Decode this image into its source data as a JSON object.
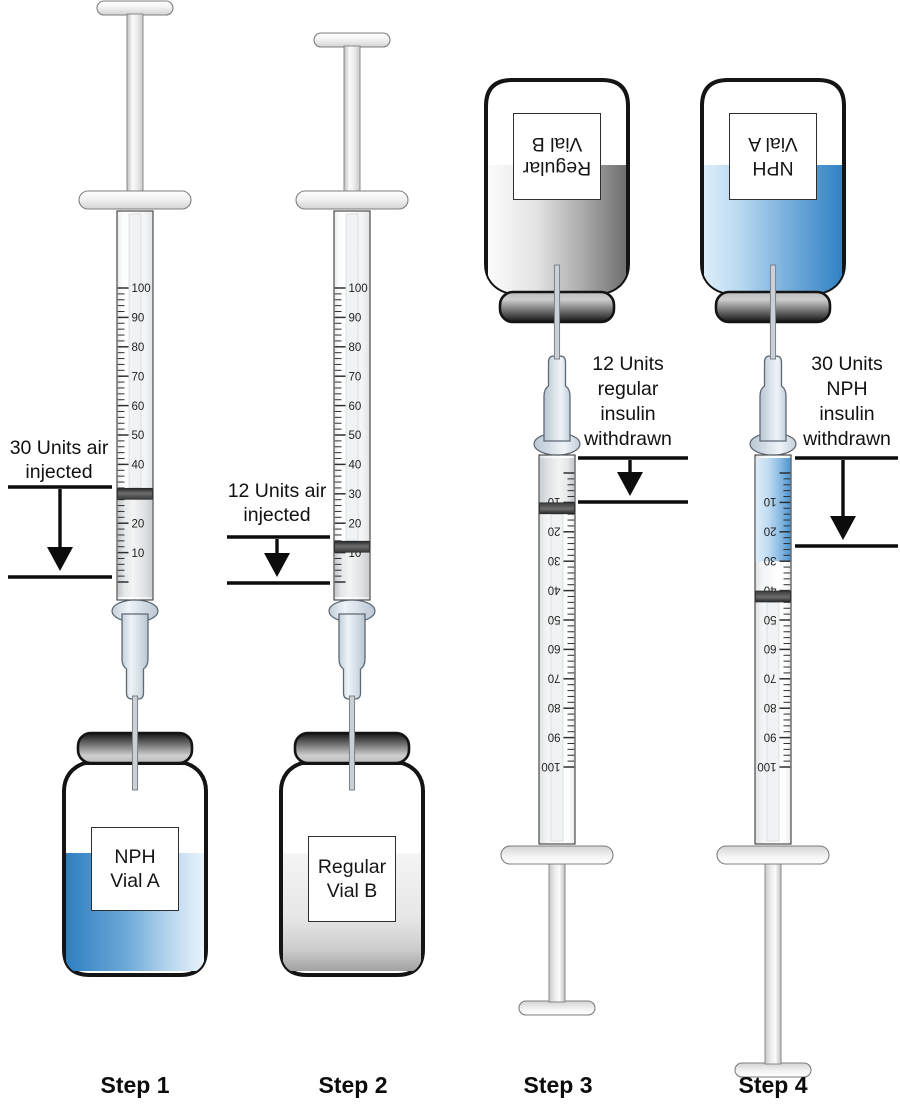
{
  "figure": {
    "background": "#ffffff",
    "scale_labels": [
      "100",
      "90",
      "80",
      "70",
      "60",
      "50",
      "40",
      "30",
      "20",
      "10"
    ],
    "colors": {
      "nph_insulin_blue": "#2e7fc2",
      "nph_light_blue": "#dcecf8",
      "regular_insulin_gray": "#a8a8a8",
      "air_gray": "#e6e8e9",
      "stopper_dark": "#3c3c3c",
      "outline": "#141414",
      "annotation_black": "#0c0c0c"
    },
    "steps": [
      {
        "caption": "Step 1",
        "annotation": {
          "lines": [
            "30 Units air",
            "injected"
          ],
          "arrow_direction": "down"
        },
        "syringe": {
          "stopper_units": 30,
          "contents": [
            {
              "from_units": 0,
              "to_units": 30,
              "substance": "air",
              "appearance": "gray"
            }
          ]
        },
        "vial": {
          "label_lines": [
            "NPH",
            "Vial A"
          ],
          "liquid": "NPH insulin",
          "appearance": "blue",
          "orientation": "upright"
        }
      },
      {
        "caption": "Step 2",
        "annotation": {
          "lines": [
            "12 Units air",
            "injected"
          ],
          "arrow_direction": "down"
        },
        "syringe": {
          "stopper_units": 12,
          "contents": [
            {
              "from_units": 0,
              "to_units": 12,
              "substance": "air",
              "appearance": "gray"
            }
          ]
        },
        "vial": {
          "label_lines": [
            "Regular",
            "Vial B"
          ],
          "liquid": "Regular insulin",
          "appearance": "gray",
          "orientation": "upright"
        }
      },
      {
        "caption": "Step 3",
        "annotation": {
          "lines": [
            "12 Units",
            "regular",
            "insulin",
            "withdrawn"
          ],
          "arrow_direction": "down"
        },
        "syringe": {
          "stopper_units": 12,
          "contents": [
            {
              "from_units": 0,
              "to_units": 12,
              "substance": "regular insulin",
              "appearance": "gray"
            }
          ]
        },
        "vial": {
          "label_lines": [
            "Regular",
            "Vial B"
          ],
          "liquid": "Regular insulin",
          "appearance": "gray",
          "orientation": "inverted"
        }
      },
      {
        "caption": "Step 4",
        "annotation": {
          "lines": [
            "30 Units",
            "NPH",
            "insulin",
            "withdrawn"
          ],
          "arrow_direction": "down"
        },
        "syringe": {
          "stopper_units": 42,
          "contents": [
            {
              "from_units": 0,
              "to_units": 30,
              "substance": "NPH insulin",
              "appearance": "blue"
            },
            {
              "from_units": 30,
              "to_units": 42,
              "substance": "regular insulin",
              "appearance": "clear"
            }
          ]
        },
        "vial": {
          "label_lines": [
            "NPH",
            "Vial A"
          ],
          "liquid": "NPH insulin",
          "appearance": "blue",
          "orientation": "inverted"
        }
      }
    ]
  }
}
